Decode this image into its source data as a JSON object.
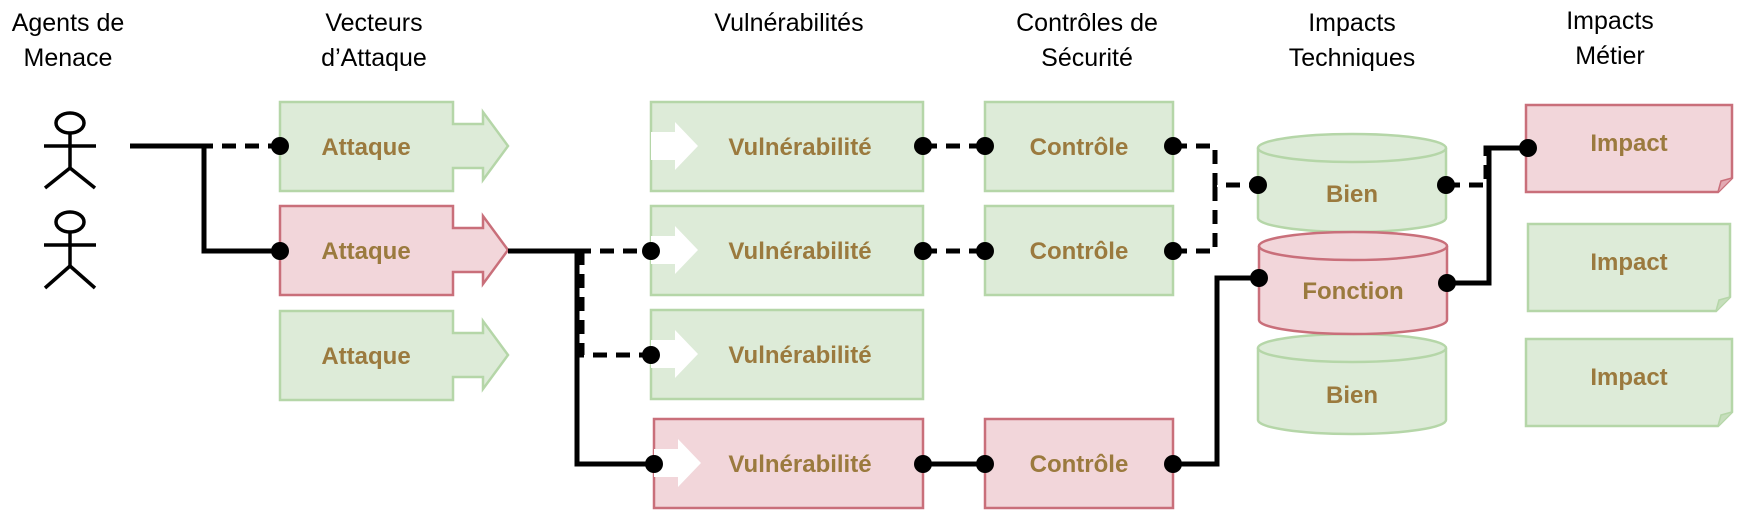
{
  "headers": {
    "threat_agents": [
      "Agents de",
      "Menace"
    ],
    "attack_vectors": [
      "Vecteurs",
      "d’Attaque"
    ],
    "vulnerabilities": [
      "Vulnérabilités"
    ],
    "security_controls": [
      "Contrôles de",
      "Sécurité"
    ],
    "technical_impacts": [
      "Impacts",
      "Techniques"
    ],
    "business_impacts": [
      "Impacts",
      "Métier"
    ]
  },
  "labels": {
    "attack": "Attaque",
    "vulnerability": "Vulnérabilité",
    "control": "Contrôle",
    "asset": "Bien",
    "function": "Fonction",
    "impact": "Impact"
  },
  "colors": {
    "green_fill": "#DDEBD8",
    "green_border": "#B5D6A8",
    "red_fill": "#F2D6DA",
    "red_border": "#C96F7A",
    "label_text": "#9B7A3E"
  }
}
